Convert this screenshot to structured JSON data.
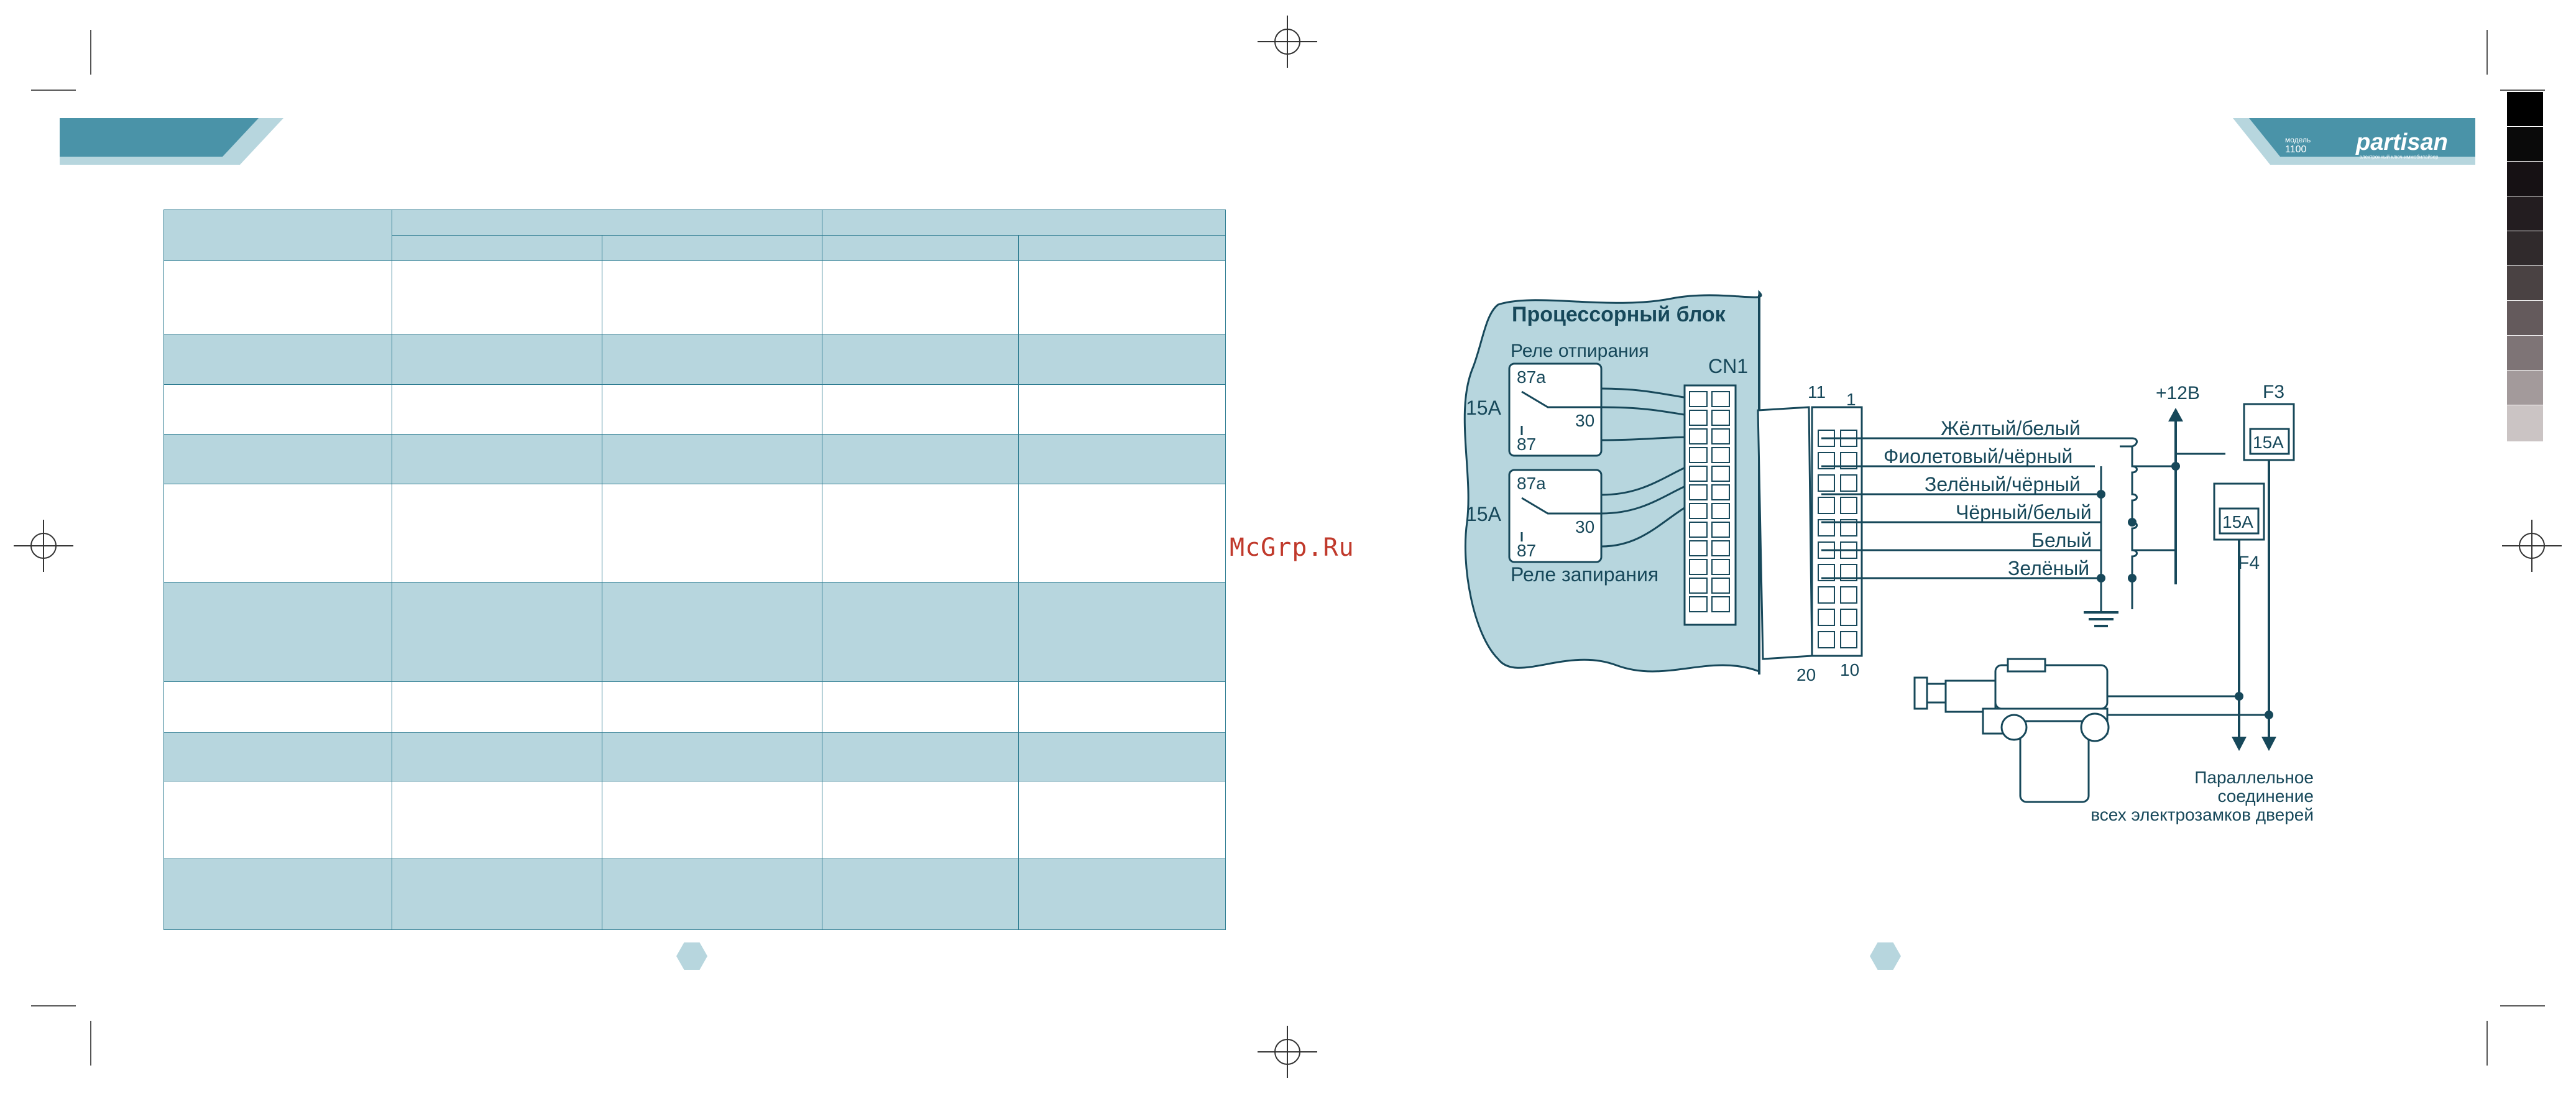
{
  "watermark": "McGrp.Ru",
  "header_right": {
    "model_label": "модель",
    "model_number": "1100",
    "brand": "partisan",
    "brand_tagline": "электронный ключ-иммобилайзер"
  },
  "diagram": {
    "processor_title": "Процессорный блок",
    "relay_unlock": "Реле отпирания",
    "relay_lock": "Реле запирания",
    "connector": "CN1",
    "fuse_rating_left_top": "15A",
    "fuse_rating_left_bottom": "15A",
    "pin_87a_top": "87a",
    "pin_30_top": "30",
    "pin_87_top": "87",
    "pin_87a_bottom": "87a",
    "pin_30_bottom": "30",
    "pin_87_bottom": "87",
    "pin_11": "11",
    "pin_1": "1",
    "pin_20": "20",
    "pin_10": "10",
    "wires": [
      "Жёлтый/белый",
      "Фиолетовый/чёрный",
      "Зелёный/чёрный",
      "Чёрный/белый",
      "Белый",
      "Зелёный"
    ],
    "plus12": "+12В",
    "fuse_f3": "F3",
    "fuse_f4": "F4",
    "fuse_f3_rating": "15A",
    "fuse_f4_rating": "15A",
    "note_line1": "Параллельное",
    "note_line2": "соединение",
    "note_line3": "всех электрозамков дверей"
  },
  "colors": {
    "accent": "#4a93a8",
    "accent_light": "#b7d6de",
    "line": "#17485a"
  }
}
